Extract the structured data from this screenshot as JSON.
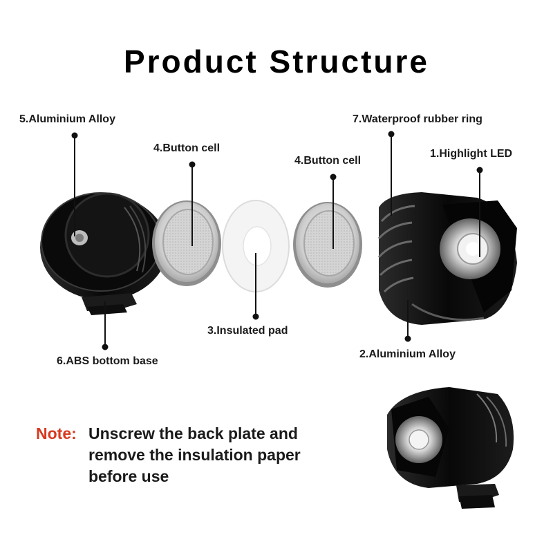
{
  "title": "Product Structure",
  "labels": {
    "alloy_back": "5.Aluminium Alloy",
    "cell_left": "4.Button cell",
    "cell_right": "4.Button cell",
    "rubber_ring": "7.Waterproof rubber ring",
    "led": "1.Highlight LED",
    "pad": "3.Insulated pad",
    "alloy_front": "2.Aluminium Alloy",
    "base": "6.ABS bottom base"
  },
  "note": {
    "key": "Note:",
    "text": "Unscrew the back plate and remove the insulation paper before use"
  },
  "colors": {
    "note_accent": "#d8391f",
    "metal_black": "#0c0c0c",
    "cell_silver": "#c9c9c9"
  }
}
